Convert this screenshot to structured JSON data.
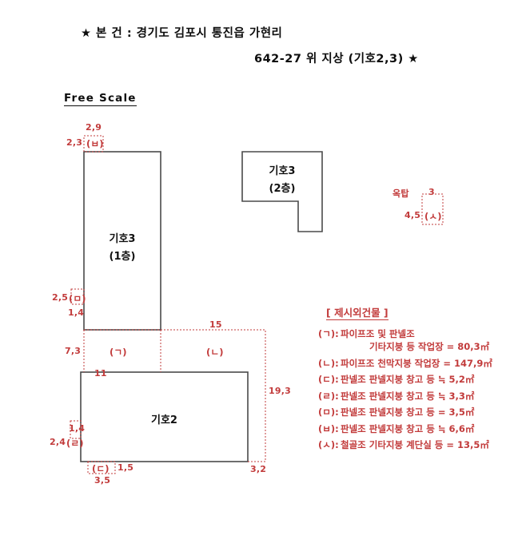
{
  "header": {
    "line1": "★ 본 건 : 경기도 김포시 통진읍 가현리",
    "line2": "642-27 위 지상 (기호2,3) ★",
    "free_scale": "Free Scale"
  },
  "shapes": {
    "giho3_floor1": {
      "label": "기호3",
      "sub": "(1층)"
    },
    "giho3_floor2": {
      "label": "기호3",
      "sub": "(2층)"
    },
    "giho2": {
      "label": "기호2"
    }
  },
  "dimensions": {
    "top_width_b": "2,9",
    "left_height_b": "2,3",
    "sym_b": "(ㅂ)",
    "left_25_m": "2,5",
    "sym_m": "(ㅁ)",
    "left_14_m": "1,4",
    "left_73": "7,3",
    "sym_g": "(ㄱ)",
    "top_15": "15",
    "sym_n": "(ㄴ)",
    "top_11": "11",
    "right_193": "19,3",
    "bottom_32": "3,2",
    "left_14_r": "1,4",
    "left_24_r": "2,4",
    "sym_r": "(ㄹ)",
    "sym_d": "(ㄷ)",
    "bottom_15": "1,5",
    "bottom_35": "3,5",
    "oktap_label": "옥탑",
    "oktap_width": "3",
    "oktap_height": "4,5",
    "sym_s": "(ㅅ)"
  },
  "legend": {
    "title": "[ 제시외건물 ]",
    "rows": [
      {
        "key": "(ㄱ):",
        "text": "파이프조 및 판넬조",
        "cont": "기타지붕 등 작업장 = 80,3㎡"
      },
      {
        "key": "(ㄴ):",
        "text": "파이프조 천막지붕 작업장 = 147,9㎡",
        "cont": ""
      },
      {
        "key": "(ㄷ):",
        "text": "판넬조 판넬지붕 창고 등 ≒ 5,2㎡",
        "cont": ""
      },
      {
        "key": "(ㄹ):",
        "text": "판넬조 판넬지붕 창고 등 ≒ 3,3㎡",
        "cont": ""
      },
      {
        "key": "(ㅁ):",
        "text": "판넬조 판넬지붕 창고 등 = 3,5㎡",
        "cont": ""
      },
      {
        "key": "(ㅂ):",
        "text": "판넬조 판넬지붕 창고 등 ≒ 6,6㎡",
        "cont": ""
      },
      {
        "key": "(ㅅ):",
        "text": "철골조 기타지붕 계단실 등 = 13,5㎡",
        "cont": ""
      }
    ]
  },
  "colors": {
    "annotation": "#c23b3b",
    "outline": "#4a4a4a",
    "text": "#111111"
  }
}
